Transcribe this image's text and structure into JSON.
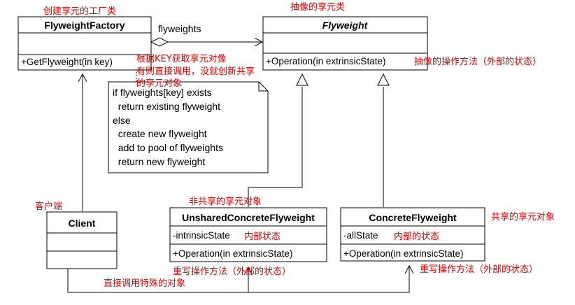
{
  "classes": {
    "flyweight_factory": {
      "name": "FlyweightFactory",
      "operation": "+GetFlyweight(in key)"
    },
    "flyweight": {
      "name": "Flyweight",
      "operation": "+Operation(in extrinsicState)"
    },
    "client": {
      "name": "Client"
    },
    "unshared": {
      "name": "UnsharedConcreteFlyweight",
      "attribute": "-intrinsicState",
      "operation": "+Operation(in extrinsicState)"
    },
    "concrete": {
      "name": "ConcreteFlyweight",
      "attribute": "-allState",
      "operation": "+Operation(in extrinsicState)"
    }
  },
  "association_label": "flyweights",
  "note_lines": [
    "if flyweights[key] exists",
    "  return existing flyweight",
    "else",
    "  create new flyweight",
    "  add to pool of flyweights",
    "  return new flyweight"
  ],
  "annotations": {
    "factory": "创建享元的工厂类",
    "flyweight": "抽像的享元类",
    "get_flyweight_1": "根据KEY获取享元对像",
    "get_flyweight_2": "有则直接调用，没就创新共享",
    "get_flyweight_3": "的享元对象",
    "abstract_operation": "抽像的操作方法（外部的状态）",
    "client": "客户端",
    "unshared": "非共享的享元对象",
    "concrete": "共享的享元对象",
    "intrinsic_state": "内部状态",
    "all_state": "内部的状态",
    "unshared_override": "重写操作方法（外部的状态）",
    "concrete_override": "重写操作方法（外部的状态）",
    "direct_call": "直接调用特殊的对象"
  },
  "colors": {
    "annotation": "#e00000",
    "line": "#000000",
    "note_fill": "#ffffff"
  }
}
